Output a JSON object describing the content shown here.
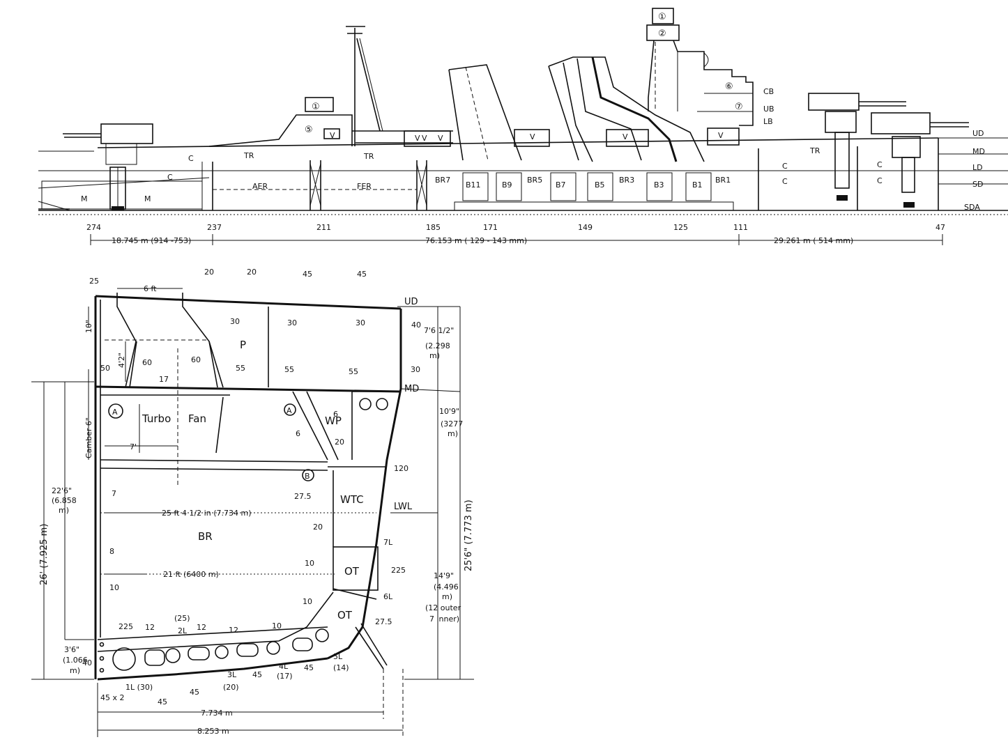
{
  "profile": {
    "deck_labels": [
      "UD",
      "MD",
      "LD",
      "SD",
      "SDA"
    ],
    "superstructure_labels": [
      "CB",
      "UB",
      "LB"
    ],
    "callouts": [
      "①",
      "②",
      "⑥",
      "⑦",
      "①",
      "⑤"
    ],
    "compartments": [
      "M",
      "M",
      "C",
      "C",
      "TR",
      "AER",
      "FER",
      "TR",
      "BR7",
      "B11",
      "B9",
      "BR5",
      "B7",
      "B5",
      "BR3",
      "B3",
      "B1",
      "BR1",
      "C",
      "C",
      "C",
      "C",
      "TR"
    ],
    "vent_labels": [
      "V",
      "V",
      "V",
      "V",
      "V",
      "V",
      "V"
    ],
    "frames": [
      "274",
      "237",
      "211",
      "185",
      "171",
      "149",
      "125",
      "111",
      "47"
    ],
    "dims": [
      "18.745 m (914 -753)",
      "76.153 m ( 129 - 143 mm)",
      "29.261 m ( 514 mm)"
    ]
  },
  "section": {
    "deck_labels": [
      "UD",
      "MD",
      "LWL"
    ],
    "spaces": [
      "P",
      "Turbo",
      "Fan",
      "WP",
      "WTC",
      "BR",
      "OT",
      "OT"
    ],
    "circle_markers": [
      "A",
      "A",
      "B"
    ],
    "thickness": [
      "25",
      "20",
      "20",
      "45",
      "45",
      "30",
      "30",
      "30",
      "40",
      "30",
      "50",
      "60",
      "60",
      "55",
      "55",
      "55",
      "17",
      "6",
      "6",
      "20",
      "120",
      "7",
      "27.5",
      "8",
      "20",
      "10",
      "10",
      "10",
      "225",
      "225",
      "12",
      "12",
      "12",
      "10",
      "27.5",
      "40"
    ],
    "strake_labels": [
      "(25)",
      "2L",
      "7L",
      "6L",
      "5L",
      "(14)",
      "4L",
      "(17)",
      "45",
      "3L",
      "45",
      "(20)",
      "45",
      "1L (30)",
      "45",
      "45 x 2"
    ],
    "dims_horizontal": [
      "6 ft",
      "7'",
      "25 ft 4 1/2 in (7.734 m)",
      "21 ft (6400 m)",
      "7.734 m",
      "8.253 m"
    ],
    "dims_vertical": {
      "camber_10": "10\"",
      "half_4_2": "4'2\"",
      "camber_6": "Camber 6\"",
      "d_26ft": "26' (7.925 m)",
      "d_22ft_a": "22'6\"",
      "d_22ft_b": "(6.858",
      "d_22ft_c": "m)",
      "d_3ft_a": "3'6\"",
      "d_3ft_b": "(1.066",
      "d_3ft_c": "m)",
      "d_25ft": "25'6\" (7.773 m)",
      "d_7ft_a": "7'6 1/2\"",
      "d_7ft_b": "(2.298",
      "d_7ft_c": "m)",
      "d_10ft_a": "10'9\"",
      "d_10ft_b": "(3277",
      "d_10ft_c": "m)",
      "d_14ft_a": "14'9\"",
      "d_14ft_b": "(4.496",
      "d_14ft_c": "m)",
      "d_14ft_d": "(12 outer",
      "d_14ft_e": "7 inner)"
    }
  }
}
